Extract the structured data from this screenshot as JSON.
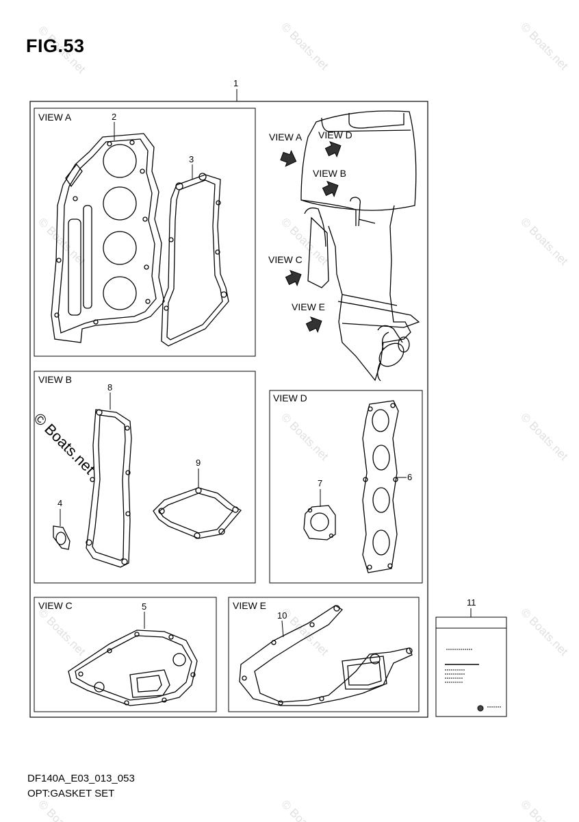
{
  "figure": {
    "title": "FIG.53",
    "code": "DF140A_E03_013_053",
    "name": "OPT:GASKET SET"
  },
  "views": {
    "a": "VIEW A",
    "b": "VIEW B",
    "c": "VIEW C",
    "d": "VIEW D",
    "e": "VIEW E"
  },
  "engine_pointers": {
    "a": "VIEW A",
    "b": "VIEW B",
    "c": "VIEW C",
    "d": "VIEW D",
    "e": "VIEW E"
  },
  "callouts": {
    "p1": "1",
    "p2": "2",
    "p3": "3",
    "p4": "4",
    "p5": "5",
    "p6": "6",
    "p7": "7",
    "p8": "8",
    "p9": "9",
    "p10": "10",
    "p11": "11"
  },
  "watermark": {
    "text": "© Boats.net"
  }
}
